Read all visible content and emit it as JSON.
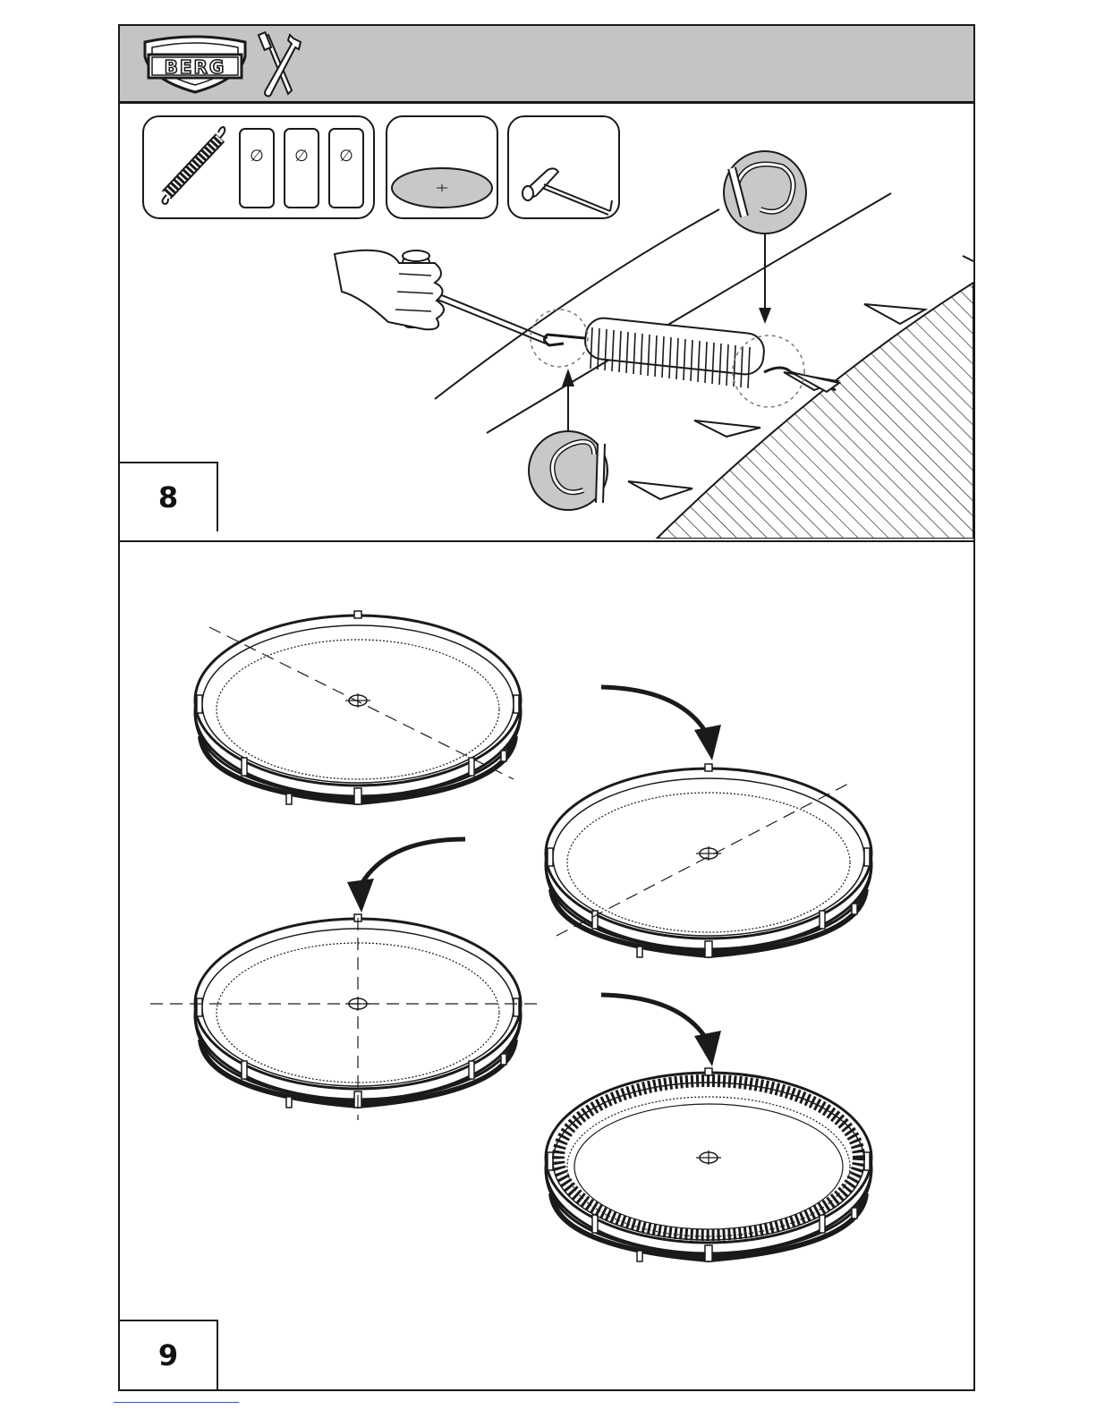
{
  "header": {
    "brand": "BERG",
    "logo_icon": "berg-shield-logo-icon",
    "tools_icon": "screwdriver-wrench-icon",
    "colors": {
      "header_bg": "#c4c4c4",
      "line": "#1a1a1a",
      "canvas_fill": "#c8c8c8"
    }
  },
  "steps": [
    {
      "number": "8",
      "parts": [
        {
          "item": "spring-icon",
          "quantity_marks": [
            "∅",
            "∅",
            "∅"
          ]
        },
        {
          "item": "jumping-mat-icon"
        },
        {
          "item": "spring-hook-tool-icon"
        }
      ]
    },
    {
      "number": "9"
    }
  ]
}
